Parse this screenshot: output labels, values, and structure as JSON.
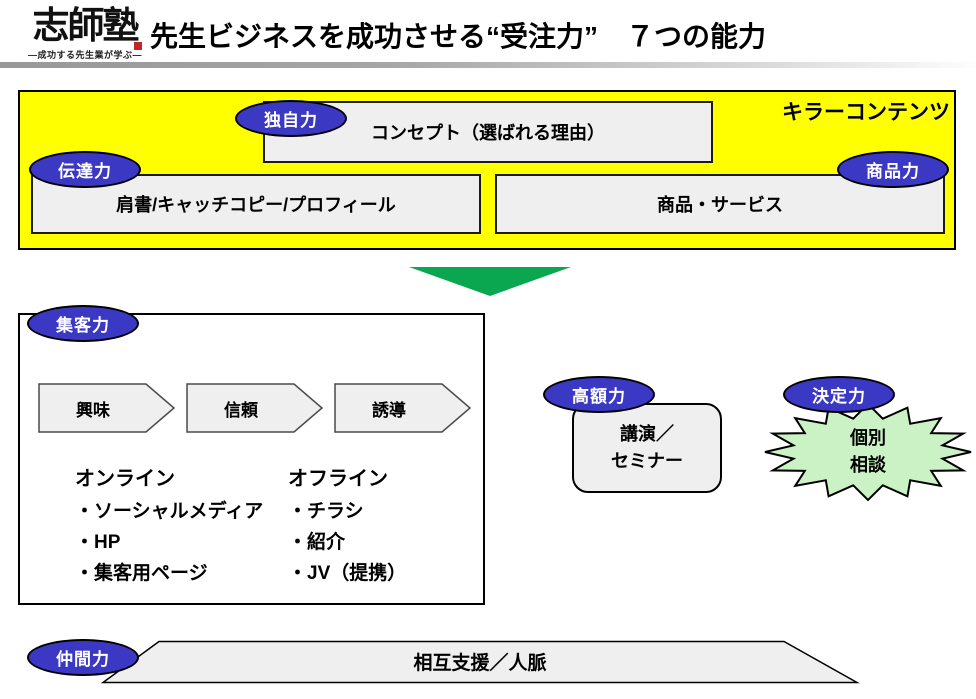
{
  "slide": {
    "logo": {
      "brand": "志師塾",
      "tagline": "―成功する先生業が学ぶ―"
    },
    "title": "先生ビジネスを成功させる“受注力”　７つの能力"
  },
  "killer_contents": {
    "heading": "キラーコンテンツ",
    "concept": {
      "badge": "独自力",
      "label": "コンセプト（選ばれる理由）"
    },
    "delivery": {
      "badge": "伝達力",
      "label": "肩書/キャッチコピー/プロフィール"
    },
    "product": {
      "badge": "商品力",
      "label": "商品・サービス"
    }
  },
  "attraction": {
    "badge": "集客力",
    "steps": [
      "興味",
      "信頼",
      "誘導"
    ],
    "online": {
      "heading": "オンライン",
      "items": [
        "・ソーシャルメディア",
        "・HP",
        "・集客用ページ"
      ]
    },
    "offline": {
      "heading": "オフライン",
      "items": [
        "・チラシ",
        "・紹介",
        "・JV（提携）"
      ]
    }
  },
  "high_price": {
    "badge": "高額力",
    "label": "講演／\nセミナー"
  },
  "decision": {
    "badge": "決定力",
    "label": "個別\n相談"
  },
  "network": {
    "badge": "仲間力",
    "label": "相互支援／人脈"
  },
  "colors": {
    "badge_blue": "#3B38C4",
    "panel_yellow": "#FFFF00",
    "arrow_green": "#0AA650",
    "starburst_green": "#CBF2C4",
    "box_gray": "#EFEFEF"
  }
}
